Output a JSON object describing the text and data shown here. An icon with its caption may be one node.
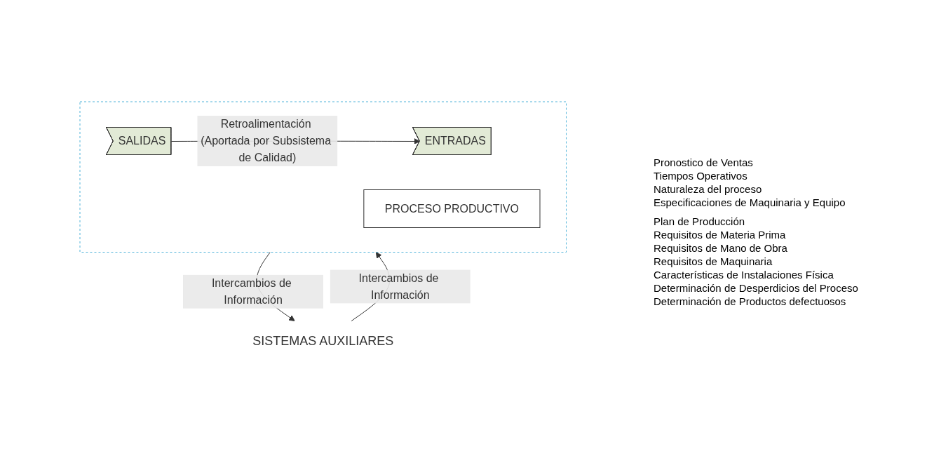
{
  "diagram": {
    "nodes": [
      {
        "text": [
          "SISTEMAS AUXILIARES"
        ]
      },
      {
        "text": [],
        "shape": "box"
      },
      {
        "text": [
          "ENTRADAS"
        ],
        "in": 1,
        "beside": [
          "Pronostico de Ventas",
          "Tiempos Operativos",
          "Naturaleza del proceso",
          "Especificaciones de Maquinaria y Equipo"
        ]
      },
      {
        "text": [
          "PROCESO PRODUCTIVO"
        ],
        "in": 1
      },
      {
        "text": [
          "SALIDAS"
        ],
        "in": 1,
        "beside": [
          "Plan de Producción",
          "Requisitos de Materia Prima",
          "Requisitos de Mano de Obra",
          "Requisitos de Maquinaria",
          "Características de Instalaciones Física",
          "Determinación de Desperdicios del Proceso",
          "Determinación de Productos defectuosos"
        ]
      }
    ],
    "edges": [
      {
        "from": 0,
        "to": 1,
        "arrow": "to",
        "label": "Intercambios de Información"
      },
      {
        "from": 1,
        "to": 0,
        "arrow": "to",
        "label": "Intercambios de Información"
      },
      {
        "from": 4,
        "to": 2,
        "arrow": "to",
        "label": "Retroalimentación (Aportada por Subsistema de Calidad)"
      }
    ]
  }
}
